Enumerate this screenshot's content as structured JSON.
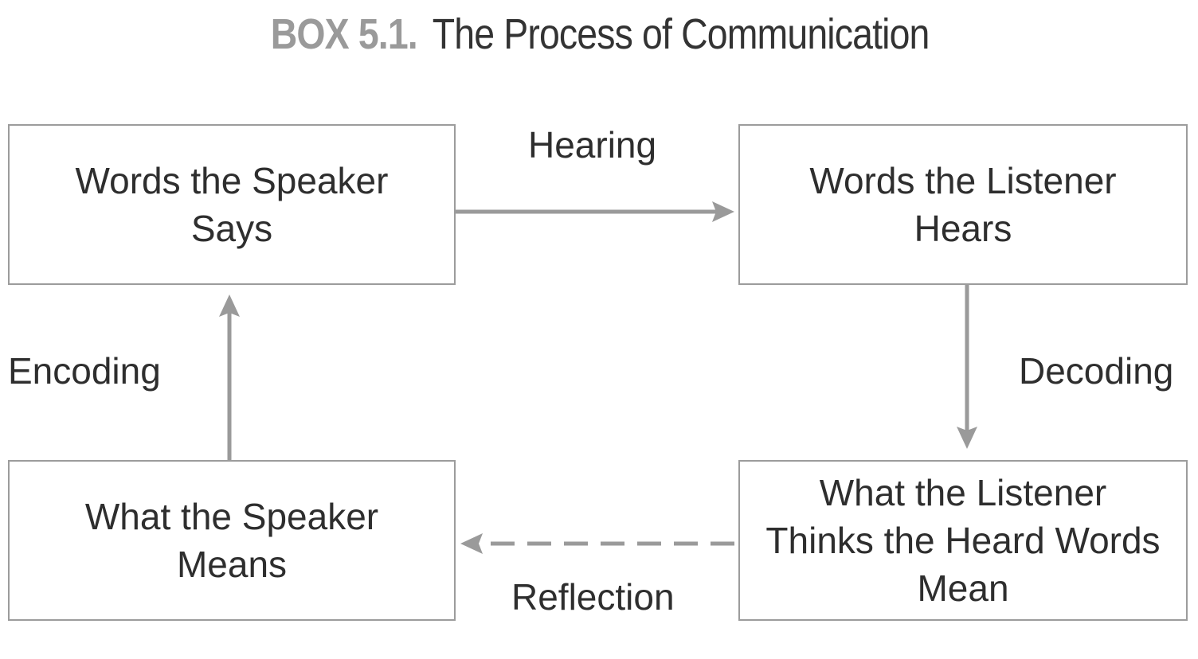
{
  "title": {
    "box_label": "BOX 5.1.",
    "text": "The Process of Communication"
  },
  "boxes": {
    "speaker_says": {
      "line1": "Words the Speaker",
      "line2": "Says"
    },
    "listener_hears": {
      "line1": "Words the Listener",
      "line2": "Hears"
    },
    "speaker_means": {
      "line1": "What the Speaker",
      "line2": "Means"
    },
    "listener_thinks": {
      "line1": "What the Listener",
      "line2": "Thinks the Heard Words",
      "line3": "Mean"
    }
  },
  "labels": {
    "hearing": "Hearing",
    "encoding": "Encoding",
    "decoding": "Decoding",
    "reflection": "Reflection"
  },
  "colors": {
    "arrow": "#9a9a9a",
    "border": "#9c9c9c",
    "box_label": "#9a9a9a",
    "text": "#2e2e2e"
  }
}
